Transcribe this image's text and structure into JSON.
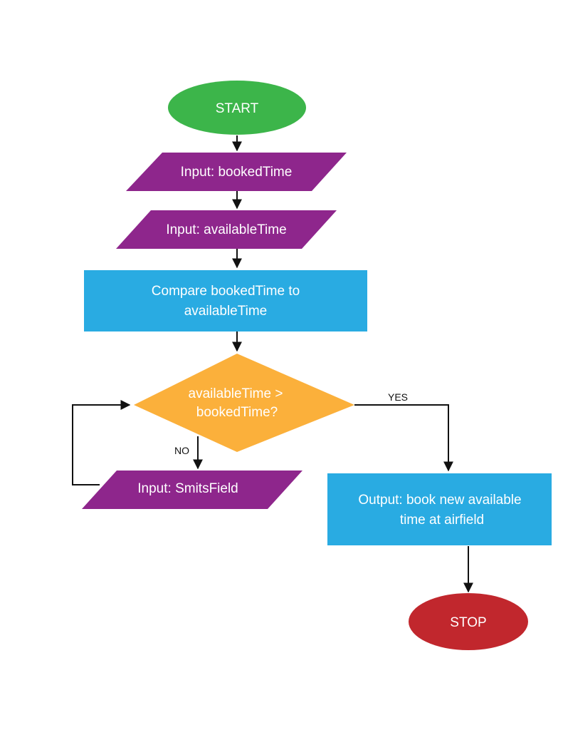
{
  "colors": {
    "terminal_start": "#3cb54a",
    "io": "#8e268c",
    "process": "#29abe2",
    "decision": "#fbb03b",
    "terminal_stop": "#c1272d",
    "arrow": "#111111",
    "label_text": "#ffffff"
  },
  "nodes": {
    "start": {
      "shape": "terminal",
      "text": "START"
    },
    "input_booked": {
      "shape": "parallelogram",
      "text": "Input: bookedTime"
    },
    "input_available": {
      "shape": "parallelogram",
      "text": "Input: availableTime"
    },
    "compare": {
      "shape": "process",
      "line1": "Compare bookedTime to",
      "line2": "availableTime"
    },
    "decision": {
      "shape": "decision",
      "line1": "availableTime >",
      "line2": "bookedTime?"
    },
    "input_smits": {
      "shape": "parallelogram",
      "text": "Input: SmitsField"
    },
    "output": {
      "shape": "process",
      "line1": "Output: book new available",
      "line2": "time at airfield"
    },
    "stop": {
      "shape": "terminal",
      "text": "STOP"
    }
  },
  "edges": [
    {
      "from": "start",
      "to": "input_booked",
      "label": ""
    },
    {
      "from": "input_booked",
      "to": "input_available",
      "label": ""
    },
    {
      "from": "input_available",
      "to": "compare",
      "label": ""
    },
    {
      "from": "compare",
      "to": "decision",
      "label": ""
    },
    {
      "from": "decision",
      "to": "output",
      "label": "YES"
    },
    {
      "from": "decision",
      "to": "input_smits",
      "label": "NO"
    },
    {
      "from": "input_smits",
      "to": "decision",
      "label": ""
    },
    {
      "from": "output",
      "to": "stop",
      "label": ""
    }
  ]
}
